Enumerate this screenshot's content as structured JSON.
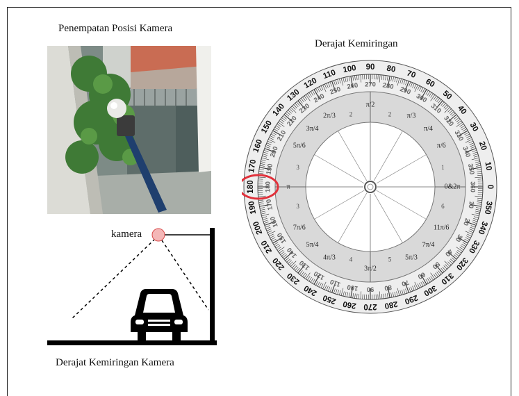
{
  "captions": {
    "camera_placement": "Penempatan Posisi Kamera",
    "tilt_degree": "Derajat Kemiringan",
    "camera_tilt": "Derajat Kemiringan Kamera"
  },
  "scene": {
    "camera_label": "kamera",
    "camera_color": "#f4b7b7",
    "camera_stroke": "#d94b4b"
  },
  "protractor": {
    "outer_degrees": [
      "0",
      "10",
      "20",
      "30",
      "40",
      "50",
      "60",
      "70",
      "80",
      "90",
      "100",
      "110",
      "120",
      "130",
      "140",
      "150",
      "160",
      "170",
      "180",
      "190",
      "200",
      "210",
      "220",
      "230",
      "240",
      "250",
      "260",
      "270",
      "280",
      "290",
      "300",
      "310",
      "320",
      "330",
      "340",
      "350"
    ],
    "inner_degrees": [
      "360",
      "350",
      "340",
      "330",
      "320",
      "310",
      "300",
      "290",
      "280",
      "270",
      "260",
      "250",
      "240",
      "230",
      "220",
      "210",
      "200",
      "190",
      "180",
      "170",
      "160",
      "150",
      "140",
      "130",
      "120",
      "110",
      "100",
      "90",
      "80",
      "70",
      "60",
      "50",
      "40",
      "30",
      "20",
      "10"
    ],
    "radian_labels": [
      {
        "angle": 0,
        "text": "0&2π"
      },
      {
        "angle": 30,
        "text": "π/6"
      },
      {
        "angle": 45,
        "text": "π/4"
      },
      {
        "angle": 60,
        "text": "π/3"
      },
      {
        "angle": 90,
        "text": "π/2"
      },
      {
        "angle": 120,
        "text": "2π/3"
      },
      {
        "angle": 135,
        "text": "3π/4"
      },
      {
        "angle": 150,
        "text": "5π/6"
      },
      {
        "angle": 180,
        "text": "π"
      },
      {
        "angle": 210,
        "text": "7π/6"
      },
      {
        "angle": 225,
        "text": "5π/4"
      },
      {
        "angle": 240,
        "text": "4π/3"
      },
      {
        "angle": 270,
        "text": "3π/2"
      },
      {
        "angle": 300,
        "text": "5π/3"
      },
      {
        "angle": 315,
        "text": "7π/4"
      },
      {
        "angle": 330,
        "text": "11π/6"
      }
    ],
    "small_numbers": [
      {
        "angle": 15,
        "text": "1"
      },
      {
        "angle": 75,
        "text": "2"
      },
      {
        "angle": 105,
        "text": "2"
      },
      {
        "angle": 165,
        "text": "3"
      },
      {
        "angle": 195,
        "text": "3"
      },
      {
        "angle": 255,
        "text": "4"
      },
      {
        "angle": 285,
        "text": "5"
      },
      {
        "angle": 345,
        "text": "6"
      }
    ],
    "highlight_value": 180,
    "highlight_color": "#e0303a",
    "ring_fill": "#d9d9d9",
    "outer_fill": "#eeeeee"
  }
}
